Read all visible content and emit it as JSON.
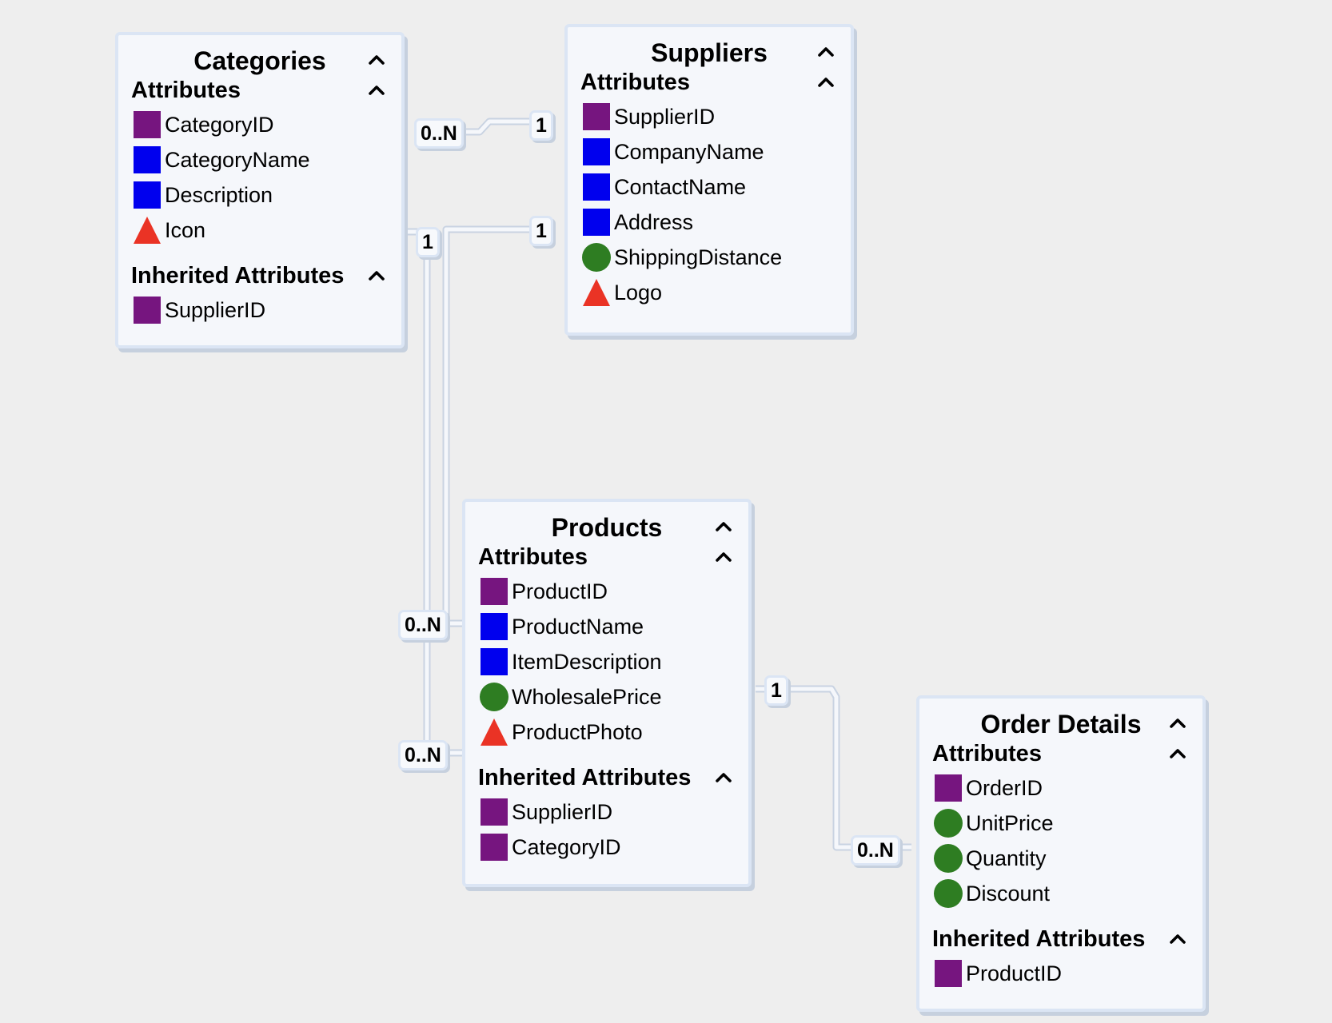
{
  "colors": {
    "key": "#76157f",
    "text_attr": "#0000ee",
    "numeric_attr": "#2e7d22",
    "media_attr": "#ea3325",
    "link_line": "#f5f7fb",
    "canvas": "#eeeeee"
  },
  "icons": {
    "key": "purple-square-icon",
    "text": "blue-square-icon",
    "number": "green-circle-icon",
    "media": "red-triangle-icon",
    "collapse": "chevron-up-icon"
  },
  "entities": {
    "categories": {
      "title": "Categories",
      "attributes_label": "Attributes",
      "attributes": [
        {
          "name": "CategoryID",
          "kind": "key"
        },
        {
          "name": "CategoryName",
          "kind": "text"
        },
        {
          "name": "Description",
          "kind": "text"
        },
        {
          "name": "Icon",
          "kind": "media"
        }
      ],
      "inherited_label": "Inherited Attributes",
      "inherited": [
        {
          "name": "SupplierID",
          "kind": "key"
        }
      ]
    },
    "suppliers": {
      "title": "Suppliers",
      "attributes_label": "Attributes",
      "attributes": [
        {
          "name": "SupplierID",
          "kind": "key"
        },
        {
          "name": "CompanyName",
          "kind": "text"
        },
        {
          "name": "ContactName",
          "kind": "text"
        },
        {
          "name": "Address",
          "kind": "text"
        },
        {
          "name": "ShippingDistance",
          "kind": "number"
        },
        {
          "name": "Logo",
          "kind": "media"
        }
      ]
    },
    "products": {
      "title": "Products",
      "attributes_label": "Attributes",
      "attributes": [
        {
          "name": "ProductID",
          "kind": "key"
        },
        {
          "name": "ProductName",
          "kind": "text"
        },
        {
          "name": "ItemDescription",
          "kind": "text"
        },
        {
          "name": "WholesalePrice",
          "kind": "number"
        },
        {
          "name": "ProductPhoto",
          "kind": "media"
        }
      ],
      "inherited_label": "Inherited Attributes",
      "inherited": [
        {
          "name": "SupplierID",
          "kind": "key"
        },
        {
          "name": "CategoryID",
          "kind": "key"
        }
      ]
    },
    "order_details": {
      "title": "Order Details",
      "attributes_label": "Attributes",
      "attributes": [
        {
          "name": "OrderID",
          "kind": "key"
        },
        {
          "name": "UnitPrice",
          "kind": "number"
        },
        {
          "name": "Quantity",
          "kind": "number"
        },
        {
          "name": "Discount",
          "kind": "number"
        }
      ],
      "inherited_label": "Inherited Attributes",
      "inherited": [
        {
          "name": "ProductID",
          "kind": "key"
        }
      ]
    }
  },
  "relationships": [
    {
      "from": "Categories",
      "to": "Suppliers",
      "from_label": "0..N",
      "to_label": "1"
    },
    {
      "from": "Categories",
      "to": "Products",
      "from_label": "1",
      "to_label": "0..N"
    },
    {
      "from": "Suppliers",
      "to": "Products",
      "from_label": "1",
      "to_label": "0..N"
    },
    {
      "from": "Products",
      "to": "Order Details",
      "from_label": "1",
      "to_label": "0..N"
    }
  ]
}
